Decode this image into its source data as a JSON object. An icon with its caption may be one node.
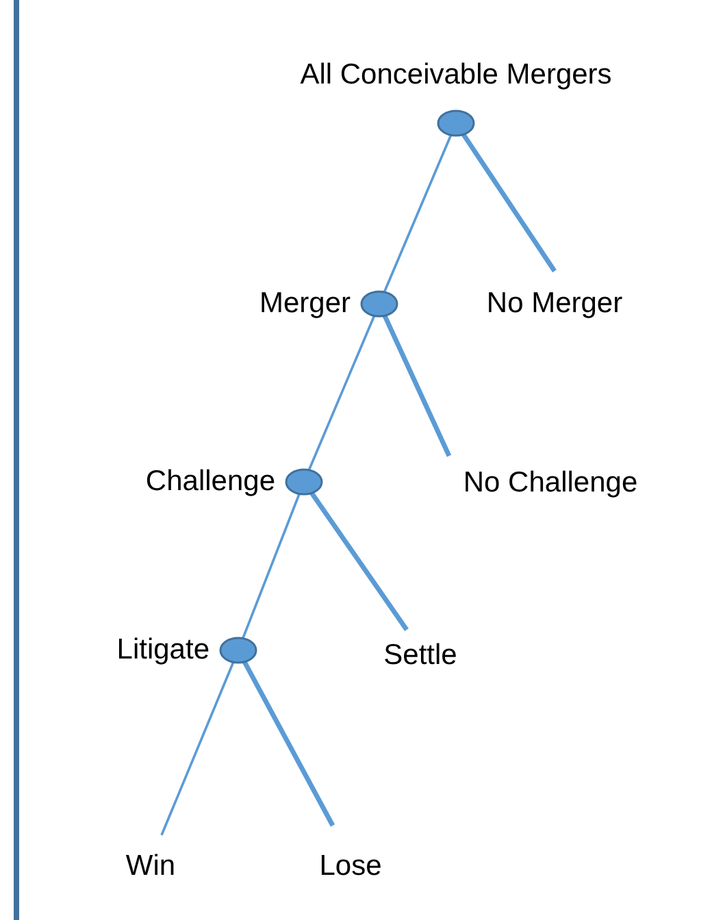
{
  "diagram": {
    "nodes": [
      {
        "text": [],
        "shape": "circle",
        "beside": [
          "All Conceivable Mergers"
        ]
      },
      {
        "text": [],
        "shape": "circle",
        "beside": [
          "Merger"
        ]
      },
      {
        "text": [
          "No Merger"
        ]
      },
      {
        "text": [],
        "shape": "circle",
        "beside": [
          "Challenge"
        ]
      },
      {
        "text": [
          "No Challenge"
        ]
      },
      {
        "text": [],
        "shape": "circle",
        "beside": [
          "Litigate"
        ]
      },
      {
        "text": [
          "Settle"
        ]
      },
      {
        "text": [
          "Win"
        ]
      },
      {
        "text": [
          "Lose"
        ]
      }
    ],
    "edges": [
      {
        "from": 0,
        "to": 1,
        "arrow": "none"
      },
      {
        "from": 0,
        "to": 2,
        "arrow": "none",
        "style": "thick"
      },
      {
        "from": 1,
        "to": 3,
        "arrow": "none"
      },
      {
        "from": 1,
        "to": 4,
        "arrow": "none",
        "style": "thick"
      },
      {
        "from": 3,
        "to": 5,
        "arrow": "none"
      },
      {
        "from": 3,
        "to": 6,
        "arrow": "none",
        "style": "thick"
      },
      {
        "from": 5,
        "to": 7,
        "arrow": "none"
      },
      {
        "from": 5,
        "to": 8,
        "arrow": "none",
        "style": "thick"
      }
    ]
  }
}
